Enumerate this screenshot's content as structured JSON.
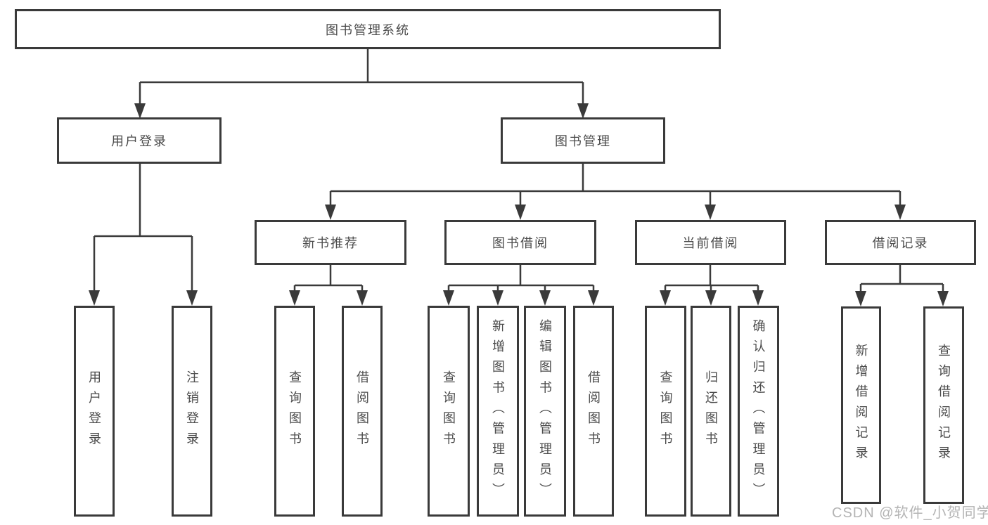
{
  "nodes": {
    "root": "图书管理系统",
    "user_login": "用户登录",
    "book_management": "图书管理",
    "new_book_recommend": "新书推荐",
    "book_borrowing": "图书借阅",
    "current_borrowing": "当前借阅",
    "borrowing_records": "借阅记录",
    "leaf_user_login": "用户登录",
    "leaf_logout": "注销登录",
    "leaf_query_books_1": "查询图书",
    "leaf_borrow_books_1": "借阅图书",
    "leaf_query_books_2": "查询图书",
    "leaf_add_books_admin": "新增图书（管理员）",
    "leaf_edit_books_admin": "编辑图书（管理员）",
    "leaf_borrow_books_2": "借阅图书",
    "leaf_query_books_3": "查询图书",
    "leaf_return_books": "归还图书",
    "leaf_confirm_return_admin": "确认归还（管理员）",
    "leaf_add_borrow_record": "新增借阅记录",
    "leaf_query_borrow_record": "查询借阅记录"
  },
  "hierarchy": [
    {
      "parent": "图书管理系统",
      "children": [
        "用户登录",
        "图书管理"
      ]
    },
    {
      "parent": "用户登录",
      "children": [
        "用户登录",
        "注销登录"
      ]
    },
    {
      "parent": "图书管理",
      "children": [
        "新书推荐",
        "图书借阅",
        "当前借阅",
        "借阅记录"
      ]
    },
    {
      "parent": "新书推荐",
      "children": [
        "查询图书",
        "借阅图书"
      ]
    },
    {
      "parent": "图书借阅",
      "children": [
        "查询图书",
        "新增图书（管理员）",
        "编辑图书（管理员）",
        "借阅图书"
      ]
    },
    {
      "parent": "当前借阅",
      "children": [
        "查询图书",
        "归还图书",
        "确认归还（管理员）"
      ]
    },
    {
      "parent": "借阅记录",
      "children": [
        "新增借阅记录",
        "查询借阅记录"
      ]
    }
  ],
  "watermark": {
    "text": "CSDN @软件_小贺同学"
  },
  "colors": {
    "line": "#3a3a3a",
    "text": "#4b4b4b",
    "watermark": "#b4b4b4",
    "background": "#ffffff"
  }
}
